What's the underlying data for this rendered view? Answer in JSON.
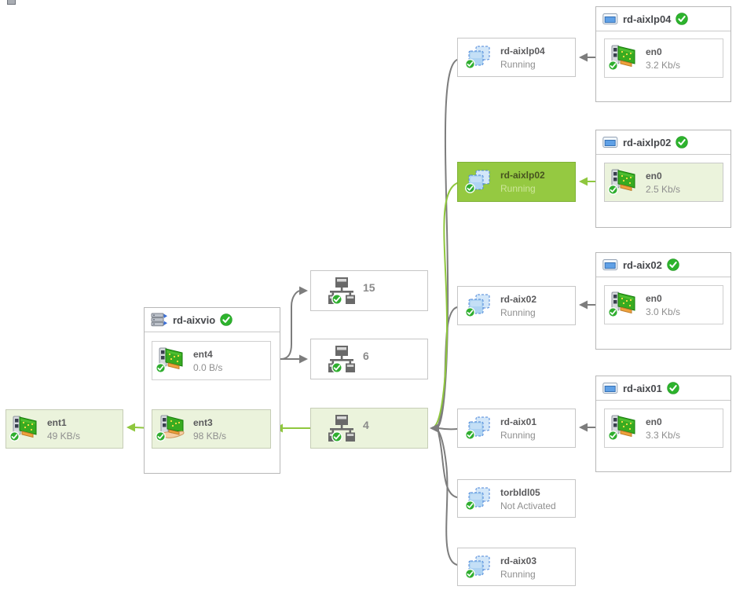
{
  "colors": {
    "selected_green": "#95c941",
    "highlight_path_green": "#ebf3dc",
    "edge_green": "#8fc73e",
    "edge_gray": "#7d7d7d",
    "status_ok_green": "#2fae2f"
  },
  "ent1": {
    "name": "ent1",
    "rate": "49 KB/s"
  },
  "vio": {
    "title": "rd-aixvio",
    "ent4": {
      "name": "ent4",
      "rate": "0.0 B/s"
    },
    "ent3": {
      "name": "ent3",
      "rate": "98 KB/s"
    }
  },
  "vswitches": {
    "s15": {
      "label": "15"
    },
    "s6": {
      "label": "6"
    },
    "s4": {
      "label": "4"
    }
  },
  "lpars": {
    "lp04": {
      "name": "rd-aixlp04",
      "status": "Running"
    },
    "lp02": {
      "name": "rd-aixlp02",
      "status": "Running"
    },
    "aix02": {
      "name": "rd-aix02",
      "status": "Running"
    },
    "aix01": {
      "name": "rd-aix01",
      "status": "Running"
    },
    "torbldl05": {
      "name": "torbldl05",
      "status": "Not Activated"
    },
    "aix03": {
      "name": "rd-aix03",
      "status": "Running"
    }
  },
  "hosts": {
    "lp04": {
      "title": "rd-aixlp04",
      "adapter_name": "en0",
      "rate": "3.2 Kb/s"
    },
    "lp02": {
      "title": "rd-aixlp02",
      "adapter_name": "en0",
      "rate": "2.5 Kb/s"
    },
    "aix02": {
      "title": "rd-aix02",
      "adapter_name": "en0",
      "rate": "3.0 Kb/s"
    },
    "aix01": {
      "title": "rd-aix01",
      "adapter_name": "en0",
      "rate": "3.3 Kb/s"
    }
  }
}
